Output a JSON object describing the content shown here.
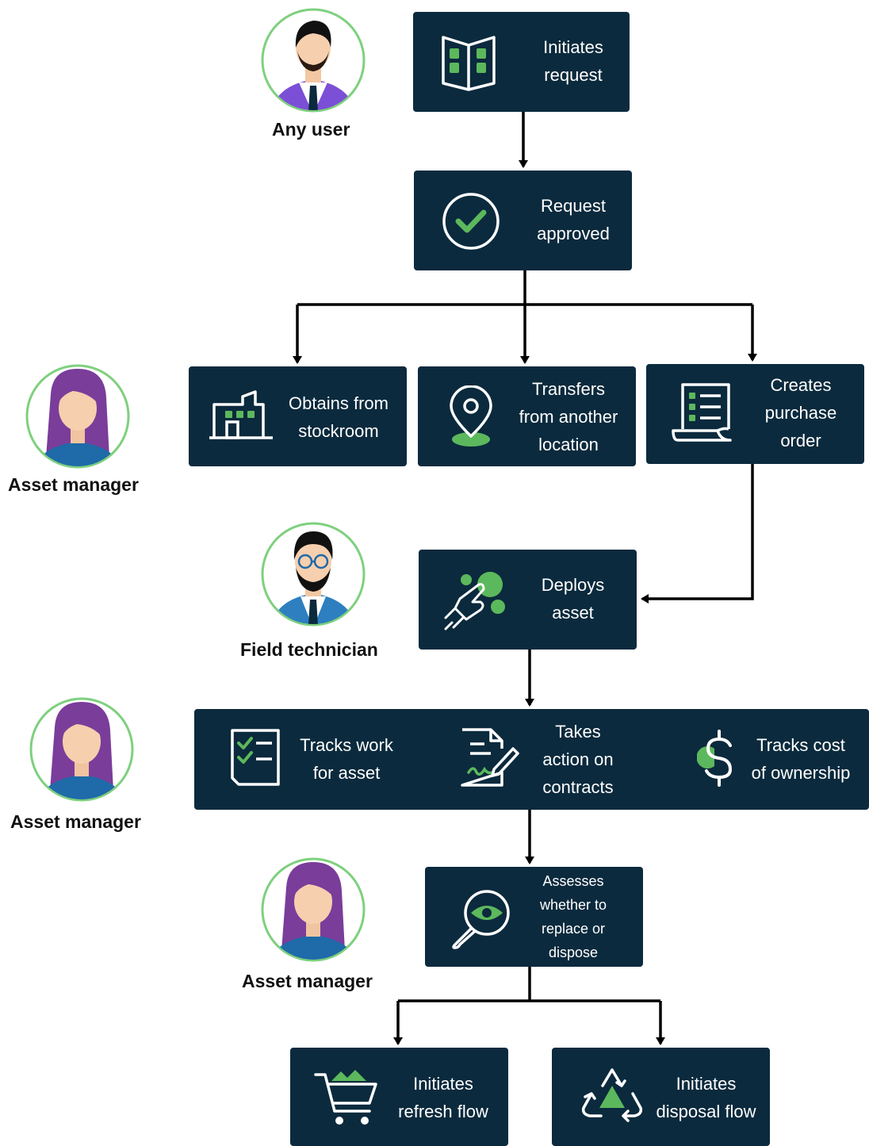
{
  "colors": {
    "box": "#0b2a3d",
    "accent": "#5cb85c",
    "text": "#ffffff",
    "arrow": "#000000"
  },
  "roles": {
    "any_user": "Any user",
    "asset_manager_1": "Asset manager",
    "field_technician": "Field technician",
    "asset_manager_2": "Asset manager",
    "asset_manager_3": "Asset manager"
  },
  "steps": {
    "initiates_request": {
      "label": "Initiates\nrequest",
      "icon": "open-book-icon"
    },
    "request_approved": {
      "label": "Request\napproved",
      "icon": "check-circle-icon"
    },
    "obtains_stockroom": {
      "label": "Obtains from\nstockroom",
      "icon": "warehouse-icon"
    },
    "transfers_location": {
      "label": "Transfers\nfrom another\nlocation",
      "icon": "map-pin-icon"
    },
    "creates_po": {
      "label": "Creates\npurchase\norder",
      "icon": "receipt-icon"
    },
    "deploys_asset": {
      "label": "Deploys\nasset",
      "icon": "hand-plug-icon"
    },
    "tracks_work": {
      "label": "Tracks work\nfor asset",
      "icon": "checklist-icon"
    },
    "takes_action": {
      "label": "Takes\naction on\ncontracts",
      "icon": "contract-sign-icon"
    },
    "tracks_cost": {
      "label": "Tracks cost\nof ownership",
      "icon": "dollar-icon"
    },
    "assesses": {
      "label": "Assesses\nwhether to\nreplace or\ndispose",
      "icon": "eye-magnifier-icon"
    },
    "refresh_flow": {
      "label": "Initiates\nrefresh flow",
      "icon": "shopping-cart-icon"
    },
    "disposal_flow": {
      "label": "Initiates\ndisposal flow",
      "icon": "recycle-icon"
    }
  }
}
